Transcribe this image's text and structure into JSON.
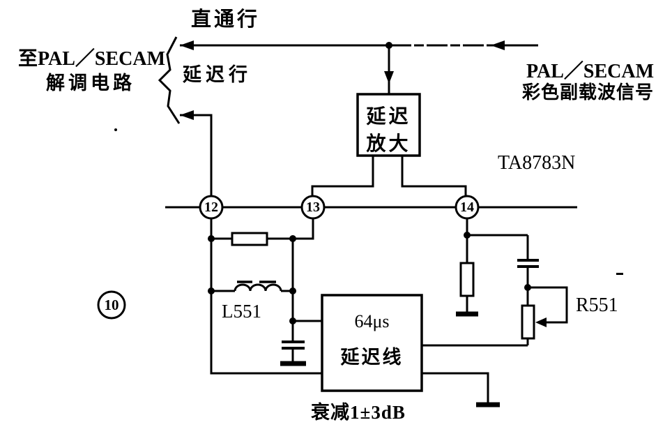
{
  "figure": {
    "number": "10",
    "chip_label": "TA8783N"
  },
  "top": {
    "through_line_label": "直通行",
    "delayed_line_label": "延迟行",
    "dest_line1": "至PAL／SECAM",
    "dest_line2": "解调电路",
    "source_line1": "PAL／SECAM",
    "source_line2": "彩色副载波信号"
  },
  "blocks": {
    "delay_amp": {
      "line1": "延迟",
      "line2": "放大"
    },
    "delay_line": {
      "line1": "64μs",
      "line2": "延迟线",
      "caption": "衰减1±3dB"
    }
  },
  "components": {
    "inductor_label": "L551",
    "potentiometer_label": "R551"
  },
  "pins": {
    "p12": "12",
    "p13": "13",
    "p14": "14"
  },
  "colors": {
    "ink": "#000000",
    "paper": "#ffffff"
  }
}
